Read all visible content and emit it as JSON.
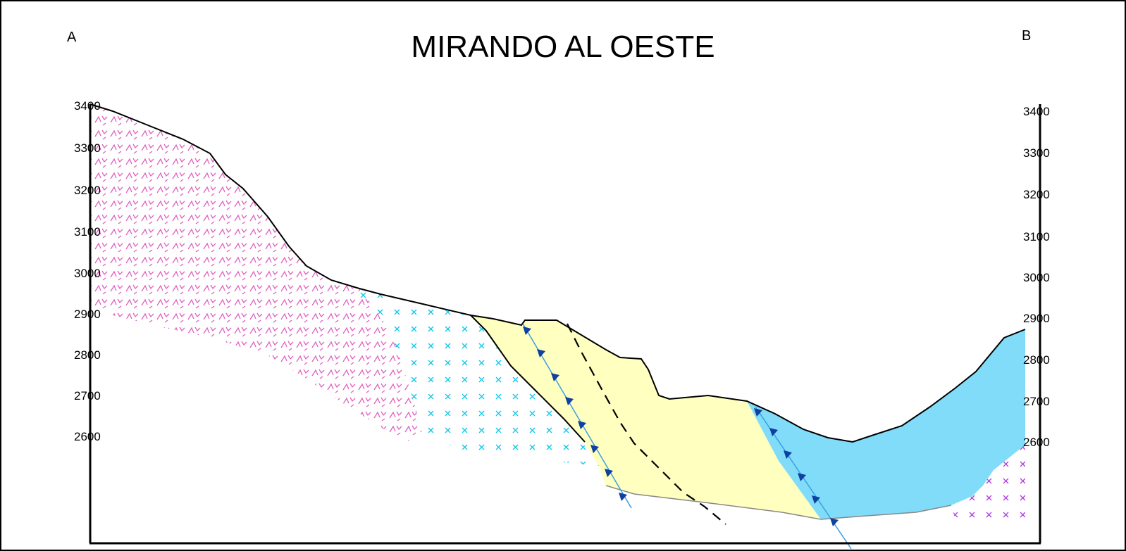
{
  "title": "MIRANDO AL OESTE",
  "end_left": "A",
  "end_right": "B",
  "left_axis": [
    "3400",
    "3300",
    "3200",
    "3100",
    "3000",
    "2900",
    "2800",
    "2700",
    "2600"
  ],
  "right_axis": [
    "3400",
    "3300",
    "3200",
    "3100",
    "3000",
    "2900",
    "2800",
    "2700",
    "2600"
  ],
  "colors": {
    "volcanic_pattern": "#e060c0",
    "intrusive_pattern": "#10c8e8",
    "sediment_fill": "#ffffc0",
    "basin_fill": "#80dcf8",
    "fault_line": "#3aa0e0",
    "fault_teeth": "#1040a0",
    "purple_pattern": "#b040e0"
  }
}
